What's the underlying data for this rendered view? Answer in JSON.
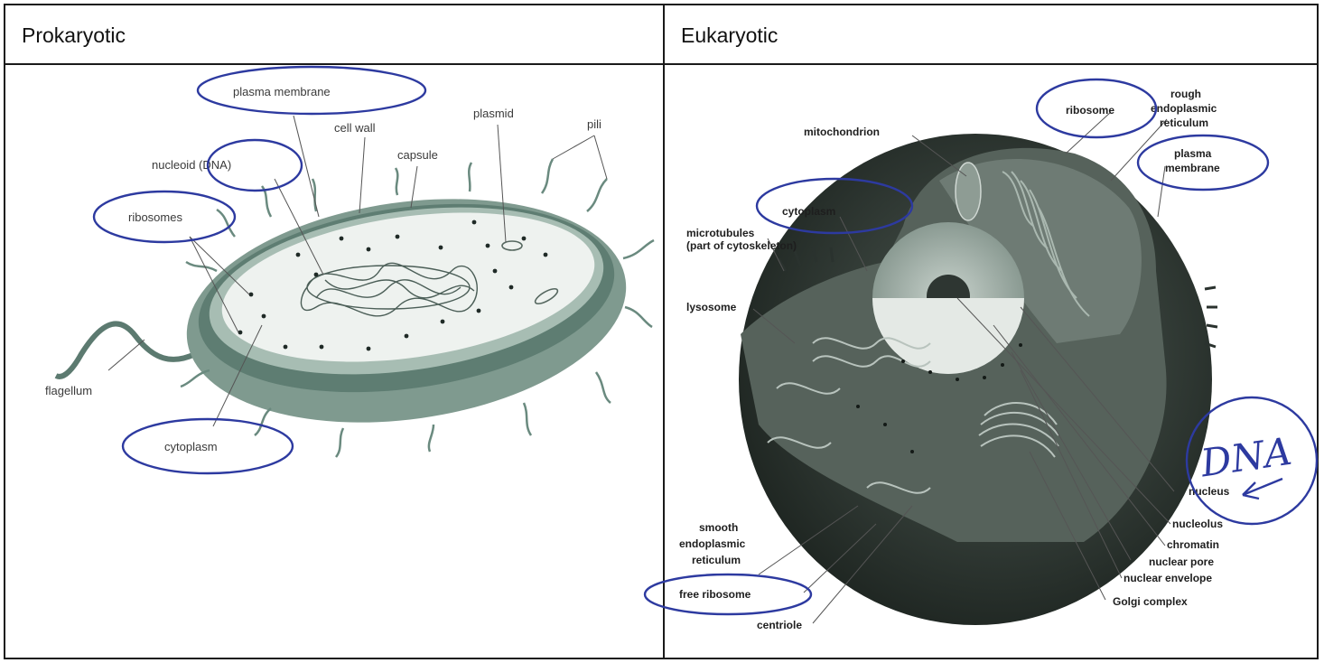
{
  "headers": {
    "prokaryotic": "Prokaryotic",
    "eukaryotic": "Eukaryotic"
  },
  "prokaryotic_labels": {
    "plasma_membrane": "plasma membrane",
    "cell_wall": "cell wall",
    "plasmid": "plasmid",
    "pili": "pili",
    "nucleoid": "nucleoid (DNA)",
    "capsule": "capsule",
    "ribosomes": "ribosomes",
    "flagellum": "flagellum",
    "cytoplasm": "cytoplasm"
  },
  "eukaryotic_labels": {
    "ribosome": "ribosome",
    "rough_er_1": "rough",
    "rough_er_2": "endoplasmic",
    "rough_er_3": "reticulum",
    "mitochondrion": "mitochondrion",
    "plasma_membrane_1": "plasma",
    "plasma_membrane_2": "membrane",
    "cytoplasm": "cytoplasm",
    "microtubules_1": "microtubules",
    "microtubules_2": "(part of cytoskeleton)",
    "lysosome": "lysosome",
    "nucleus": "nucleus",
    "dna_annotation": "DNA",
    "nucleolus": "nucleolus",
    "chromatin": "chromatin",
    "nuclear_pore": "nuclear pore",
    "nuclear_envelope": "nuclear envelope",
    "golgi": "Golgi complex",
    "smooth_er_1": "smooth",
    "smooth_er_2": "endoplasmic",
    "smooth_er_3": "reticulum",
    "free_ribosome": "free ribosome",
    "centriole": "centriole"
  },
  "colors": {
    "border": "#1a1a1a",
    "annotation_ink": "#2d3aa0",
    "cell_outer": "#6f8a80",
    "cell_inner": "#f1f3f1",
    "euk_dark": "#2c3530"
  }
}
